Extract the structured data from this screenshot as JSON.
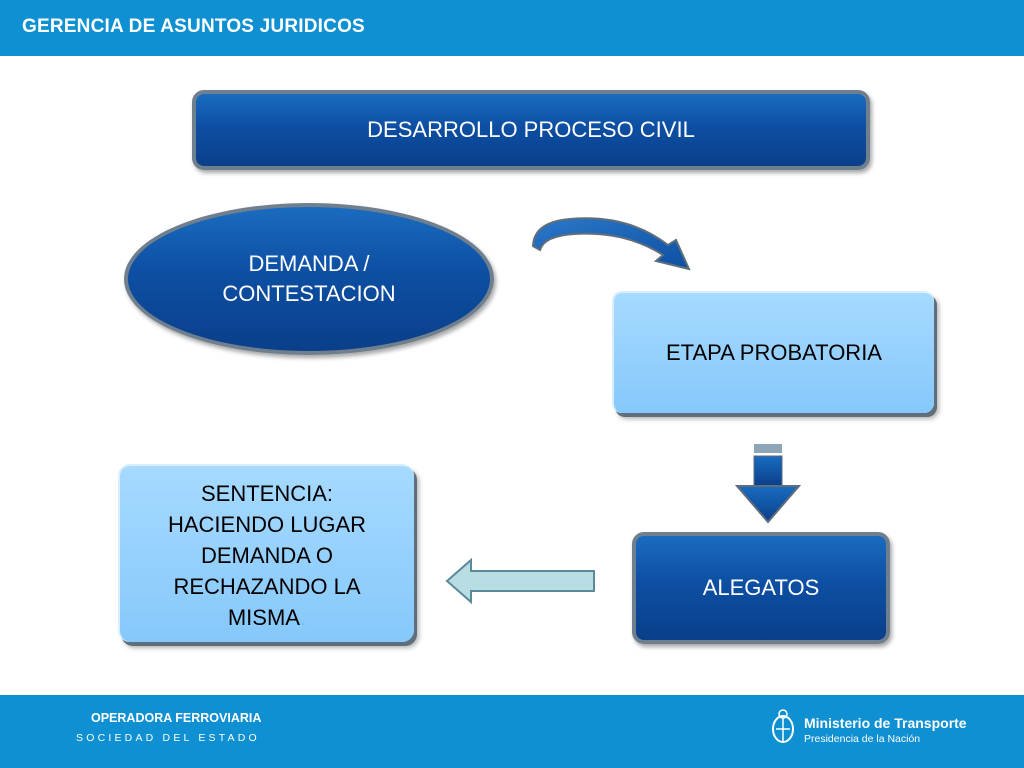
{
  "header": {
    "title": "GERENCIA DE ASUNTOS JURIDICOS"
  },
  "diagram": {
    "title": "DESARROLLO PROCESO CIVIL",
    "nodes": {
      "demanda": {
        "line1": "DEMANDA /",
        "line2": "CONTESTACION"
      },
      "etapa": "ETAPA PROBATORIA",
      "alegatos": "ALEGATOS",
      "sentencia": {
        "line1": "SENTENCIA:",
        "line2": "HACIENDO LUGAR",
        "line3": "DEMANDA O",
        "line4": "RECHAZANDO LA",
        "line5": "MISMA",
        "trailing": "."
      }
    },
    "edges": [
      {
        "from": "demanda",
        "to": "etapa",
        "style": "curved-arrow"
      },
      {
        "from": "etapa",
        "to": "alegatos",
        "style": "down-block-arrow"
      },
      {
        "from": "alegatos",
        "to": "sentencia",
        "style": "left-block-arrow"
      }
    ]
  },
  "footer": {
    "org": "OPERADORA FERROVIARIA",
    "org_sub": "SOCIEDAD DEL ESTADO",
    "ministry": "Ministerio de Transporte",
    "ministry_sub": "Presidencia de la Nación"
  },
  "colors": {
    "header_bg": "#0e90d2",
    "dark_box": "#0d4fa3",
    "light_box": "#8ccdfc"
  }
}
